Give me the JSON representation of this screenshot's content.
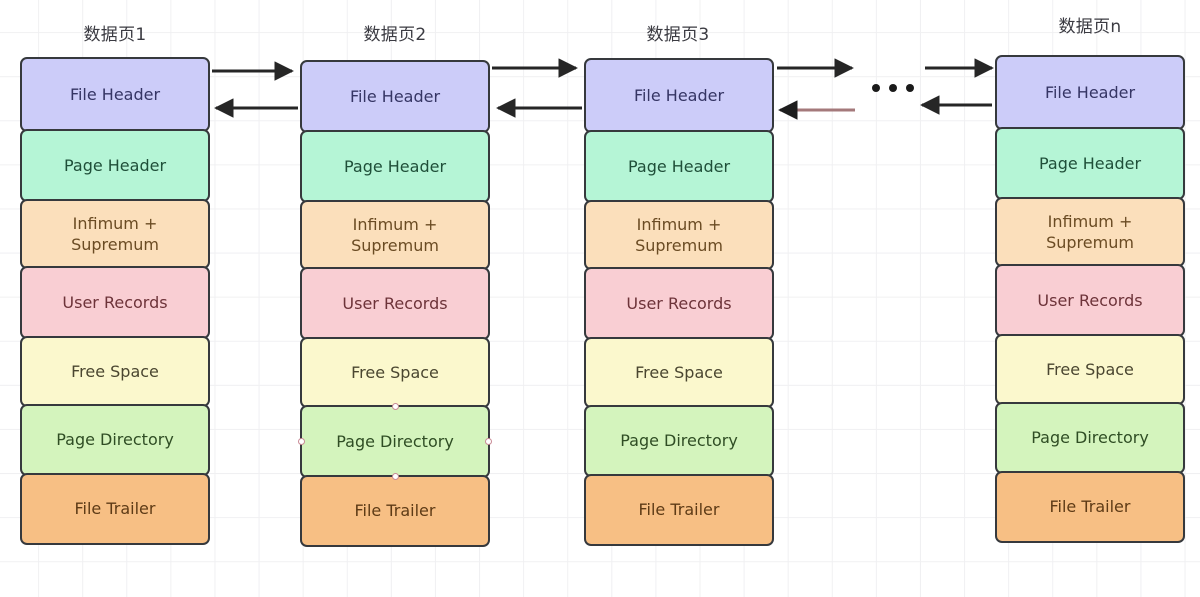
{
  "diagram": {
    "title_font_color": "#3b3b42",
    "background": "#ffffff",
    "grid_color": "#f0f0f2",
    "arrow_color": "#262626",
    "highlight_arrow_color": "#a4797b",
    "ellipsis": "•••",
    "columns": [
      {
        "title": "数据页1",
        "selected": false,
        "segments": [
          {
            "label": "File Header",
            "color": "#ccccf9"
          },
          {
            "label": "Page Header",
            "color": "#b5f5d6"
          },
          {
            "label": "Infimum +\nSupremum",
            "color": "#fbdfbb"
          },
          {
            "label": "User Records",
            "color": "#f9ced3"
          },
          {
            "label": "Free Space",
            "color": "#fbf8cd"
          },
          {
            "label": "Page Directory",
            "color": "#d4f4bd"
          },
          {
            "label": "File Trailer",
            "color": "#f7bf84"
          }
        ]
      },
      {
        "title": "数据页2",
        "selected": true,
        "selected_segment": "Page Directory",
        "segments": [
          {
            "label": "File Header",
            "color": "#ccccf9"
          },
          {
            "label": "Page Header",
            "color": "#b5f5d6"
          },
          {
            "label": "Infimum +\nSupremum",
            "color": "#fbdfbb"
          },
          {
            "label": "User Records",
            "color": "#f9ced3"
          },
          {
            "label": "Free Space",
            "color": "#fbf8cd"
          },
          {
            "label": "Page Directory",
            "color": "#d4f4bd"
          },
          {
            "label": "File Trailer",
            "color": "#f7bf84"
          }
        ]
      },
      {
        "title": "数据页3",
        "selected": false,
        "segments": [
          {
            "label": "File Header",
            "color": "#ccccf9"
          },
          {
            "label": "Page Header",
            "color": "#b5f5d6"
          },
          {
            "label": "Infimum +\nSupremum",
            "color": "#fbdfbb"
          },
          {
            "label": "User Records",
            "color": "#f9ced3"
          },
          {
            "label": "Free Space",
            "color": "#fbf8cd"
          },
          {
            "label": "Page Directory",
            "color": "#d4f4bd"
          },
          {
            "label": "File Trailer",
            "color": "#f7bf84"
          }
        ]
      },
      {
        "title": "数据页n",
        "selected": false,
        "segments": [
          {
            "label": "File Header",
            "color": "#ccccf9"
          },
          {
            "label": "Page Header",
            "color": "#b5f5d6"
          },
          {
            "label": "Infimum +\nSupremum",
            "color": "#fbdfbb"
          },
          {
            "label": "User Records",
            "color": "#f9ced3"
          },
          {
            "label": "Free Space",
            "color": "#fbf8cd"
          },
          {
            "label": "Page Directory",
            "color": "#d4f4bd"
          },
          {
            "label": "File Trailer",
            "color": "#f7bf84"
          }
        ]
      }
    ],
    "links": [
      {
        "from": "数据页1",
        "to": "数据页2",
        "direction": "forward",
        "highlighted": false
      },
      {
        "from": "数据页2",
        "to": "数据页1",
        "direction": "backward",
        "highlighted": false
      },
      {
        "from": "数据页2",
        "to": "数据页3",
        "direction": "forward",
        "highlighted": false
      },
      {
        "from": "数据页3",
        "to": "数据页2",
        "direction": "backward",
        "highlighted": false
      },
      {
        "from": "数据页3",
        "to": "•••",
        "direction": "forward",
        "highlighted": false
      },
      {
        "from": "•••",
        "to": "数据页3",
        "direction": "backward",
        "highlighted": true
      },
      {
        "from": "•••",
        "to": "数据页n",
        "direction": "forward",
        "highlighted": false
      },
      {
        "from": "数据页n",
        "to": "•••",
        "direction": "backward",
        "highlighted": false
      }
    ]
  }
}
